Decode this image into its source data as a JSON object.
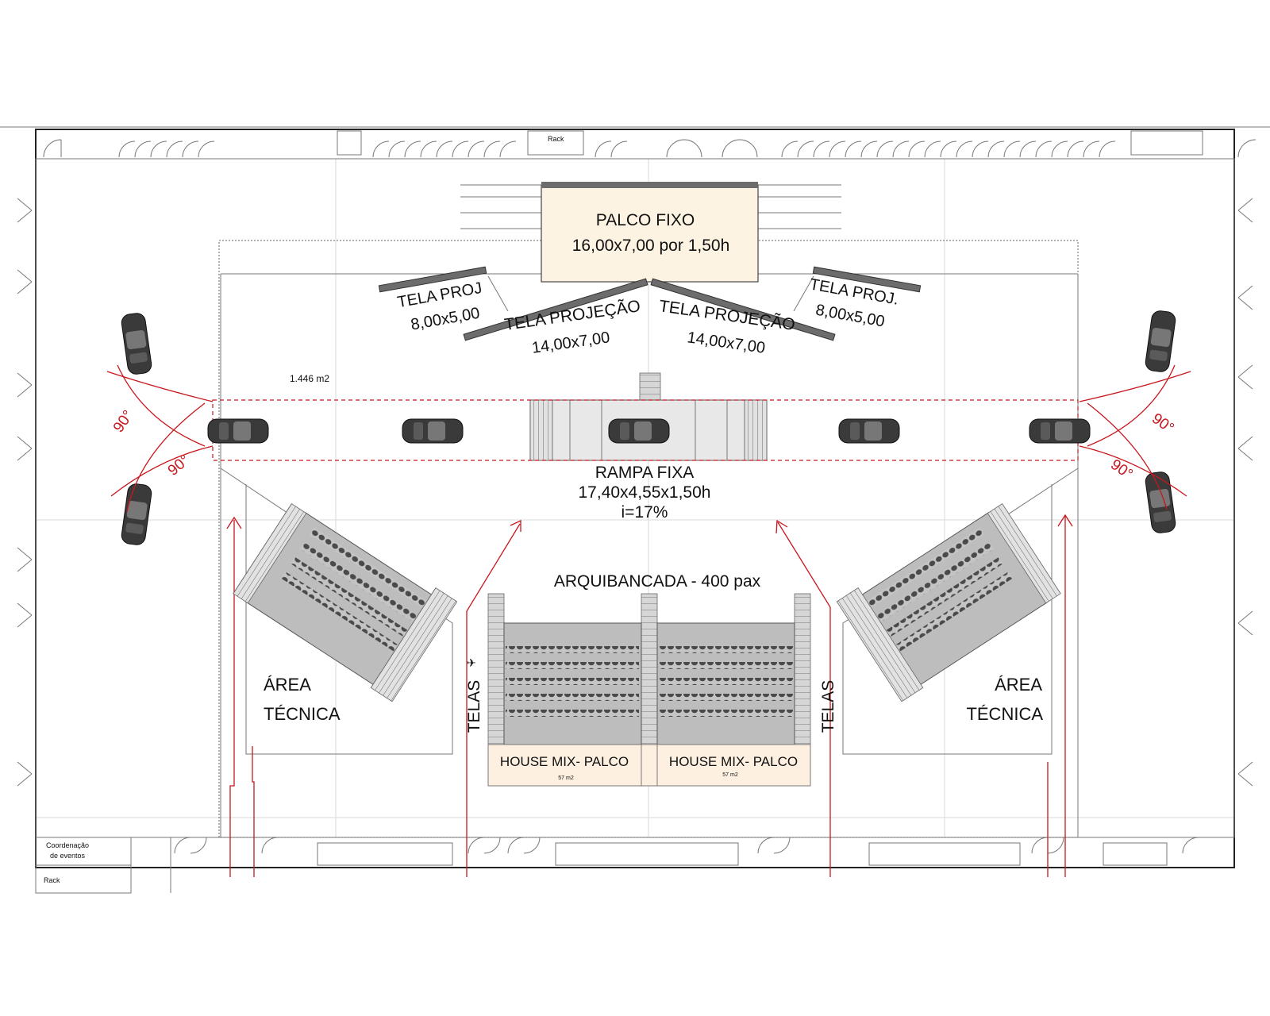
{
  "colors": {
    "stage_fill": "#fdf3e3",
    "house_mix_fill": "#fdf0e0",
    "annotation_red": "#c8161d",
    "grandstand_gray": "#bdbdbd",
    "car_dark": "#3a3a3a"
  },
  "labels": {
    "palco_title": "PALCO FIXO",
    "palco_dims": "16,00x7,00 por 1,50h",
    "tela_proj_left_title": "TELA PROJ",
    "tela_proj_left_dims": "8,00x5,00",
    "tela_proj_right_title": "TELA PROJ.",
    "tela_proj_right_dims": "8,00x5,00",
    "tela_projecao_left_title": "TELA PROJEÇÃO",
    "tela_projecao_left_dims": "14,00x7,00",
    "tela_projecao_right_title": "TELA PROJEÇÃO",
    "tela_projecao_right_dims": "14,00x7,00",
    "area_m2": "1.446 m2",
    "angle_label": "90°",
    "rampa_title": "RAMPA FIXA",
    "rampa_dims": "17,40x4,55x1,50h",
    "rampa_incline": "i=17%",
    "arquibancada": "ARQUIBANCADA - 400 pax",
    "area_tecnica_line1": "ÁREA",
    "area_tecnica_line2": "TÉCNICA",
    "telas": "TELAS",
    "house_mix": "HOUSE MIX- PALCO",
    "house_mix_area": "57 m2",
    "rack": "Rack",
    "coord": "Coordenação",
    "coord2": "de eventos"
  },
  "cars": [
    {
      "id": "car-left-top",
      "orientation": "vertical"
    },
    {
      "id": "car-left-bottom",
      "orientation": "vertical"
    },
    {
      "id": "car-right-top",
      "orientation": "vertical"
    },
    {
      "id": "car-right-bottom",
      "orientation": "vertical"
    },
    {
      "id": "car-ramp-1",
      "orientation": "horizontal"
    },
    {
      "id": "car-ramp-2",
      "orientation": "horizontal"
    },
    {
      "id": "car-ramp-3",
      "orientation": "horizontal"
    },
    {
      "id": "car-ramp-4",
      "orientation": "horizontal"
    },
    {
      "id": "car-ramp-5",
      "orientation": "horizontal"
    }
  ]
}
